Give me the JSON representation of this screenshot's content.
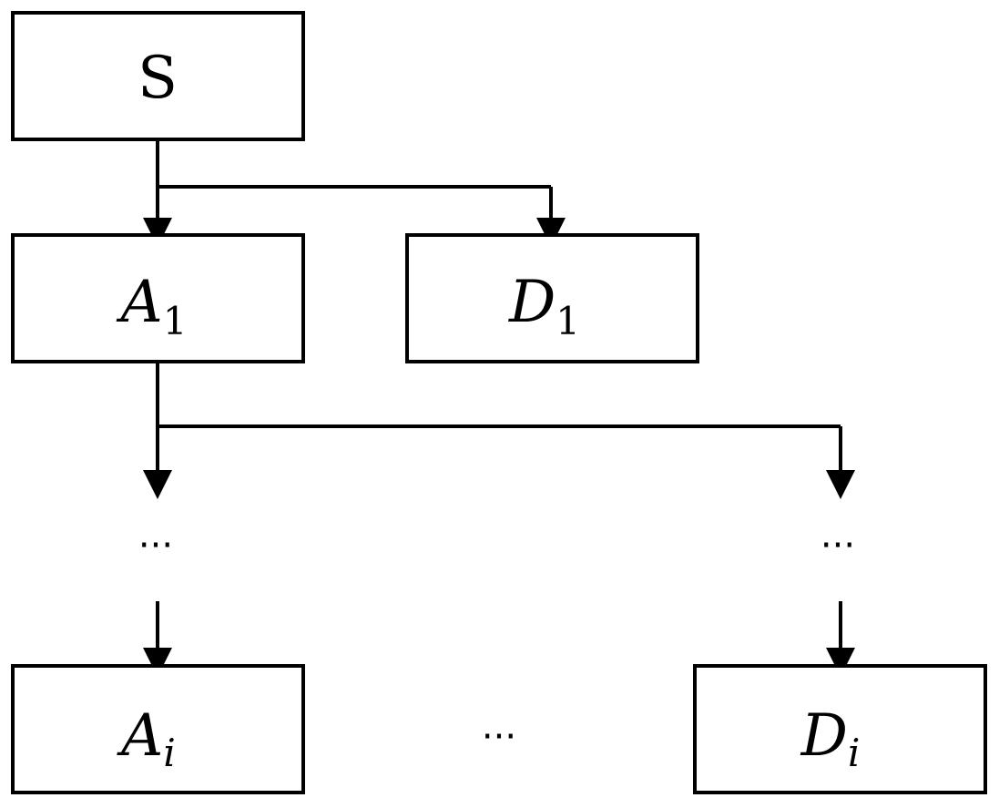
{
  "diagram": {
    "nodes": {
      "s": {
        "main": "S",
        "sub": ""
      },
      "a1": {
        "main": "A",
        "sub": "1"
      },
      "d1": {
        "main": "D",
        "sub": "1"
      },
      "ai": {
        "main": "A",
        "sub": "i"
      },
      "di": {
        "main": "D",
        "sub": "i"
      }
    },
    "ellipses": {
      "left": "···",
      "right": "···",
      "bottom": "···"
    }
  }
}
